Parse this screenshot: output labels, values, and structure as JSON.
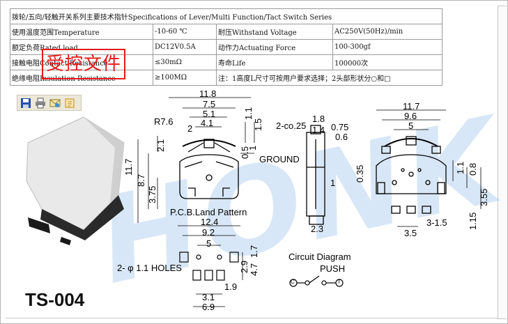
{
  "spec_table": {
    "header": "拨轮/五向/轻触开关系列主要技术指针Specifications of Lever/Multi Function/Tact Switch Series",
    "rows": [
      {
        "label1": "使用温度范围Temperature",
        "value1": "-10-60 ℃",
        "label2": "耐压Withstand Voltage",
        "value2": "AC250V(50Hz)/min"
      },
      {
        "label1": "额定负荷Rated load",
        "value1": "DC12V0.5A",
        "label2": "动作力Actuating Force",
        "value2": "100-300gf"
      },
      {
        "label1": "接触电阻Contact Resistance",
        "value1": "≤30mΩ",
        "label2": "寿命Life",
        "value2": "100000次"
      },
      {
        "label1": "绝缘电阻Insulation Resistance",
        "value1": "≥100MΩ",
        "note": "注：1高度L尺寸可按用户要求选择；2头部形状分○和□"
      }
    ]
  },
  "stamp_text": "受控文件",
  "toolbar_icons": [
    "save-icon",
    "print-icon",
    "mail-icon",
    "edit-icon"
  ],
  "watermark": "HONK",
  "drawing": {
    "front_top": {
      "d1": "11.8",
      "d2": "7.5",
      "d3": "5.1",
      "d4": "4.1",
      "d5": "2",
      "r": "R7.6"
    },
    "front_left": {
      "d1": "11.7",
      "d2": "8.7",
      "d3": "2.1",
      "d4": "3.75"
    },
    "front_right": {
      "d1": "1.1",
      "d2": "1.5",
      "d3": "0.5",
      "d4": "1"
    },
    "ground": "GROUND",
    "pcb_label": "P.C.B.Land Pattern",
    "side": {
      "chamfer": "2-co.25",
      "d1": "1.8",
      "d2": "1.4",
      "d3": "0.75",
      "d4": "0.6",
      "d5": "1",
      "d6": "2.3"
    },
    "back_top": {
      "d1": "11.7",
      "d2": "9.6",
      "d3": "5"
    },
    "back_right": {
      "d1": "0.35",
      "d2": "1.1",
      "d3": "0.8",
      "d4": "3.55",
      "d5": "1.15",
      "d6": "3.5",
      "d7": "3-1.5"
    },
    "pcb": {
      "d1": "12.4",
      "d2": "9.2",
      "d3": "5",
      "holes": "2- φ 1.1 HOLES",
      "d4": "2.9",
      "d5": "4.7",
      "d6": "1.7",
      "d7": "1.9",
      "d8": "3.1",
      "d9": "6.9"
    },
    "circuit_title": "Circuit Diagram",
    "circuit_push": "PUSH",
    "circuit_c": "C",
    "circuit_t": "T"
  },
  "model": "TS-004"
}
